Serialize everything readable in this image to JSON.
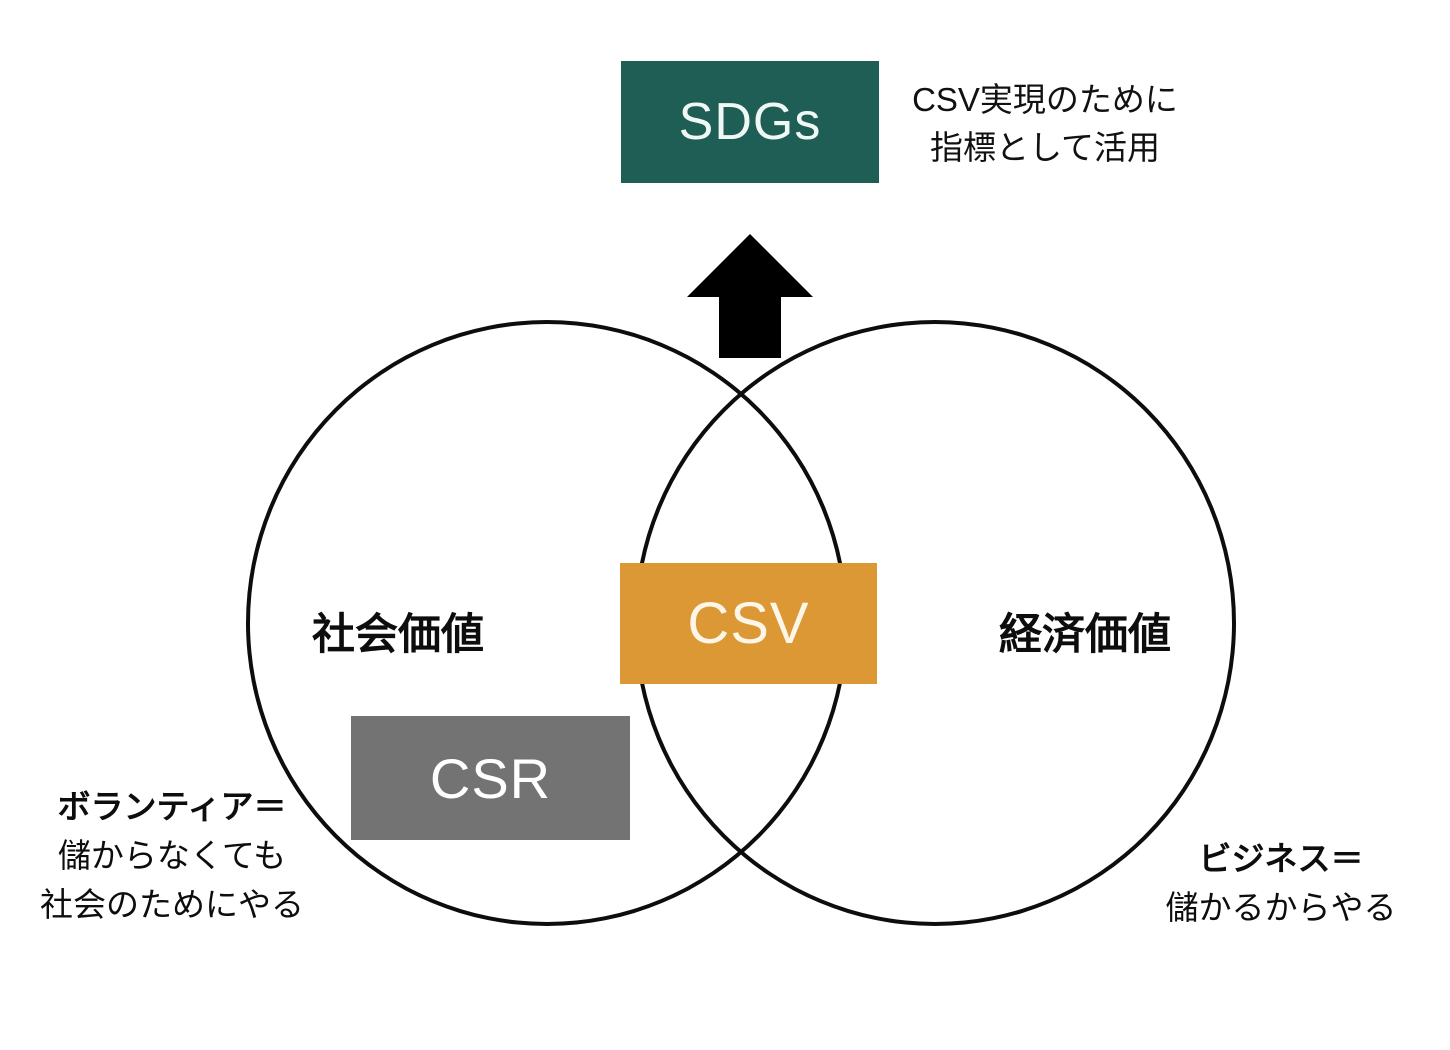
{
  "diagram": {
    "title_box": {
      "label": "SDGs",
      "bg_color": "#1F5E54",
      "text_color": "#F0F8F5"
    },
    "sdgs_note": {
      "line1": "CSV実現のために",
      "line2": "指標として活用"
    },
    "arrow": {
      "direction": "up",
      "color": "#000000"
    },
    "venn": {
      "stroke_color": "#0d0d0d",
      "left_circle_label": "社会価値",
      "right_circle_label": "経済価値",
      "csv_box": {
        "label": "CSV",
        "bg_color": "#DC9834",
        "text_color": "#FCF6E8"
      },
      "csr_box": {
        "label": "CSR",
        "bg_color": "#737373",
        "text_color": "#FFFFFF"
      }
    },
    "caption_left": {
      "line1": "ボランティア＝",
      "line2": "儲からなくても",
      "line3": "社会のためにやる"
    },
    "caption_right": {
      "line1": "ビジネス＝",
      "line2": "儲かるからやる"
    }
  }
}
